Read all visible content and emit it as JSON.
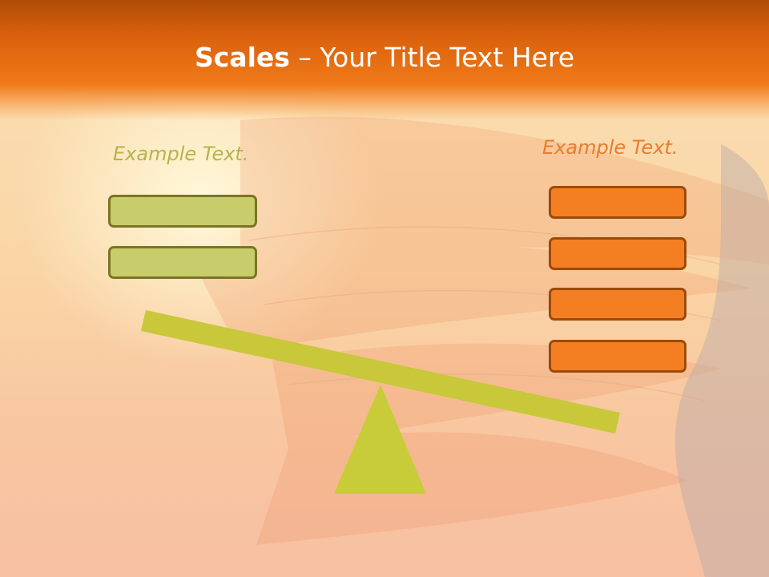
{
  "slide": {
    "title_bold": "Scales",
    "title_rest": " – Your Title Text Here"
  },
  "left_side": {
    "label": "Example Text.",
    "color": "#c9cc6a",
    "box_count": 2
  },
  "right_side": {
    "label": "Example Text.",
    "color": "#f47f22",
    "box_count": 4
  },
  "scale": {
    "beam_color": "#c8c83a",
    "fulcrum_color": "#c8cc38"
  }
}
